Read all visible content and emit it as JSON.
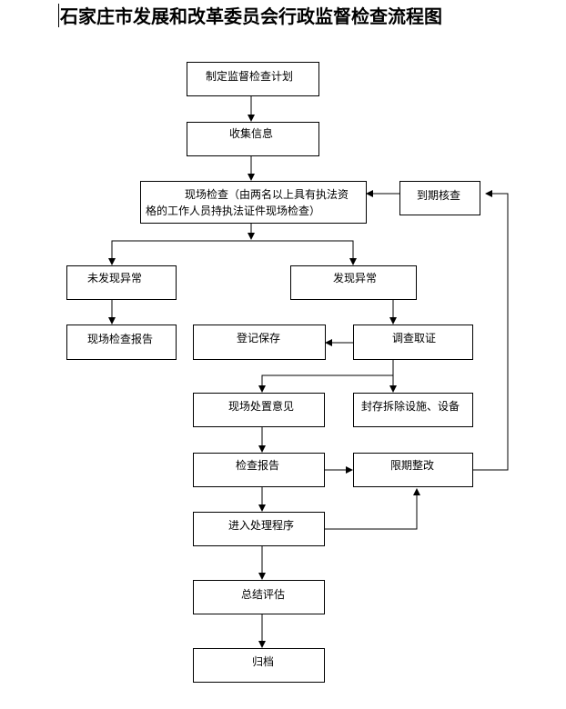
{
  "title": "石家庄市发展和改革委员会行政监督检查流程图",
  "nodes": {
    "plan": "制定监督检查计划",
    "collect": "收集信息",
    "inspect_line1": "现场检查（由两名以上具有执法资",
    "inspect_line2": "格的工作人员持执法证件现场检查）",
    "review": "到期核查",
    "no_abnormal": "未发现异常",
    "abnormal": "发现异常",
    "inspect_report": "现场检查报告",
    "register": "登记保存",
    "investigate": "调查取证",
    "onsite_opinion": "现场处置意见",
    "seal": "封存拆除设施、设备",
    "check_report": "检查报告",
    "rectify": "限期整改",
    "process": "进入处理程序",
    "evaluate": "总结评估",
    "archive": "归档"
  }
}
